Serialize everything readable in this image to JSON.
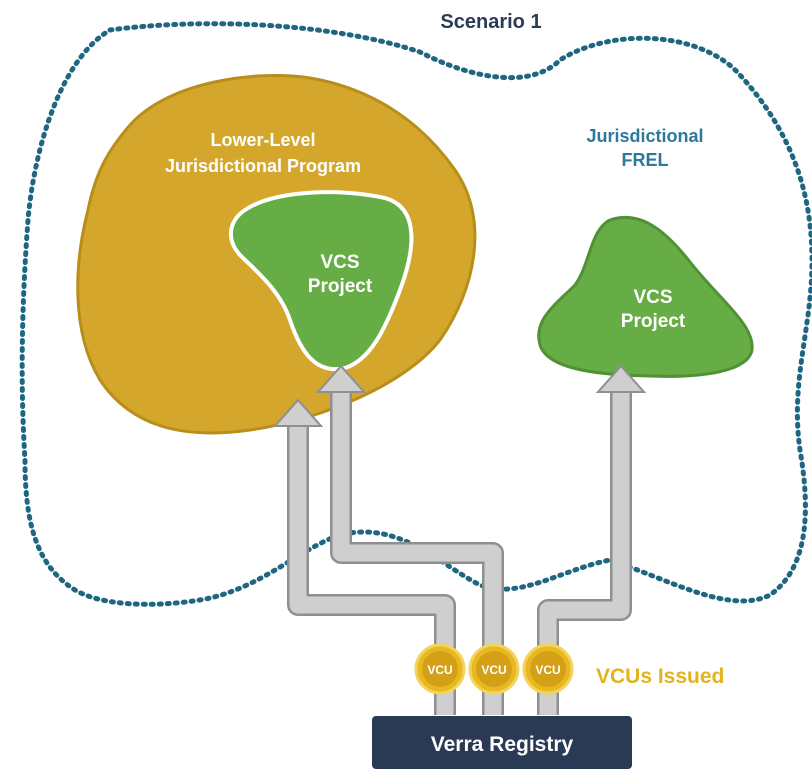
{
  "title": "Scenario 1",
  "lower_level": {
    "line1": "Lower-Level",
    "line2": "Jurisdictional Program"
  },
  "jurisdictional": {
    "line1": "Jurisdictional",
    "line2": "FREL"
  },
  "project_left": {
    "line1": "VCS",
    "line2": "Project"
  },
  "project_right": {
    "line1": "VCS",
    "line2": "Project"
  },
  "coins": [
    "VCU",
    "VCU",
    "VCU"
  ],
  "issued_label": "VCUs Issued",
  "registry_label": "Verra Registry",
  "colors": {
    "boundary_dotted": "#1f6680",
    "title_text": "#2a3b55",
    "jurisdictional_text": "#2b7a9c",
    "program_fill": "#d4a72c",
    "program_stroke": "#b88e1a",
    "project_green": "#66ad45",
    "project_green_stroke": "#4f9134",
    "arrow_gray": "#c9c9c9",
    "coin_gold": "#e8b820",
    "coin_inner": "#d4a017",
    "issued_text": "#e2b21f",
    "registry_bg": "#2a3a55",
    "white": "#ffffff"
  }
}
